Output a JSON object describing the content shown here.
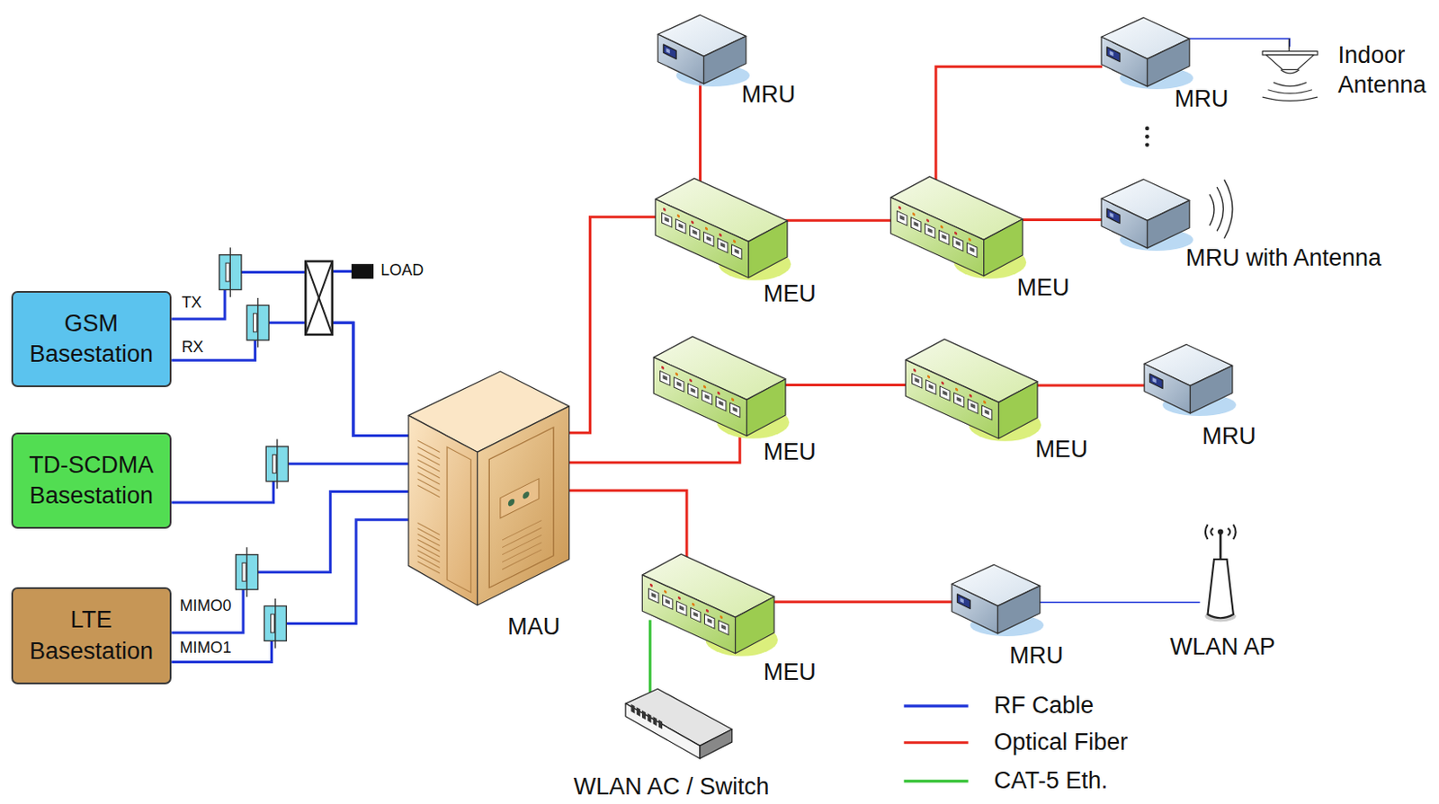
{
  "diagram": {
    "nodes": [
      {
        "text": [
          "GSM Basestation"
        ]
      },
      {
        "text": [
          "TD-SCDMA Basestation"
        ]
      },
      {
        "text": [
          "LTE Basestation"
        ]
      },
      {
        "text": [
          "MAU"
        ]
      },
      {
        "text": [
          "MEU"
        ]
      },
      {
        "text": [
          "MRU"
        ]
      },
      {
        "text": [
          "MEU"
        ]
      },
      {
        "text": [
          "MRU"
        ]
      },
      {
        "text": [
          "Indoor Antenna"
        ]
      },
      {
        "text": [
          "MRU with Antenna"
        ]
      },
      {
        "text": [
          "MEU"
        ]
      },
      {
        "text": [
          "MEU"
        ]
      },
      {
        "text": [
          "MRU"
        ]
      },
      {
        "text": [
          "MEU"
        ]
      },
      {
        "text": [
          "WLAN AC / Switch"
        ]
      },
      {
        "text": [
          "MRU"
        ]
      },
      {
        "text": [
          "WLAN AP"
        ]
      }
    ],
    "edges": [
      {
        "from": 0,
        "to": 3,
        "arrow": "none",
        "label": "TX"
      },
      {
        "from": 0,
        "to": 3,
        "arrow": "none",
        "label": "RX"
      },
      {
        "from": 1,
        "to": 3,
        "arrow": "none"
      },
      {
        "from": 2,
        "to": 3,
        "arrow": "none",
        "label": "MIMO0"
      },
      {
        "from": 2,
        "to": 3,
        "arrow": "none",
        "label": "MIMO1"
      },
      {
        "from": 3,
        "to": 4,
        "arrow": "none"
      },
      {
        "from": 4,
        "to": 5,
        "arrow": "none"
      },
      {
        "from": 4,
        "to": 6,
        "arrow": "none"
      },
      {
        "from": 6,
        "to": 7,
        "arrow": "none"
      },
      {
        "from": 7,
        "to": 8,
        "arrow": "none"
      },
      {
        "from": 6,
        "to": 9,
        "arrow": "none"
      },
      {
        "from": 3,
        "to": 10,
        "arrow": "none"
      },
      {
        "from": 10,
        "to": 11,
        "arrow": "none"
      },
      {
        "from": 11,
        "to": 12,
        "arrow": "none"
      },
      {
        "from": 3,
        "to": 13,
        "arrow": "none"
      },
      {
        "from": 13,
        "to": 14,
        "arrow": "none"
      },
      {
        "from": 13,
        "to": 15,
        "arrow": "none"
      },
      {
        "from": 15,
        "to": 16,
        "arrow": "none"
      }
    ],
    "labels": [
      "LOAD"
    ],
    "legend": [
      {
        "text": "RF Cable"
      },
      {
        "text": "Optical Fiber"
      },
      {
        "text": "CAT-5 Eth."
      }
    ]
  }
}
